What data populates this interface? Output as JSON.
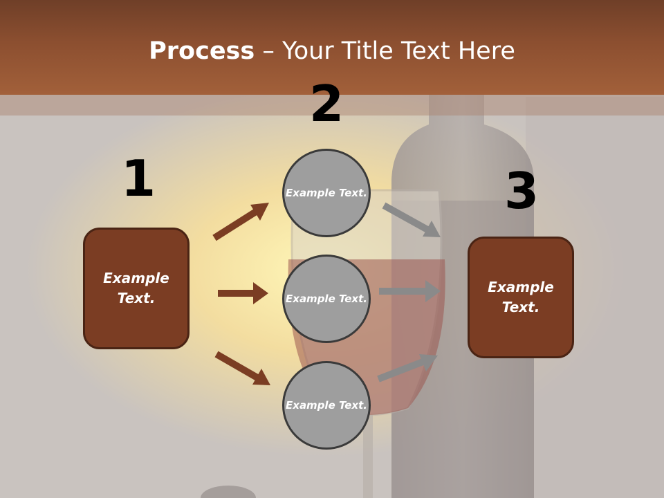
{
  "title": {
    "bold": "Process",
    "rest": " – Your Title Text Here"
  },
  "steps": [
    {
      "number": "1",
      "text": "Example Text."
    },
    {
      "number": "2"
    },
    {
      "number": "3",
      "text": "Example Text."
    }
  ],
  "circles": [
    {
      "text": "Example Text."
    },
    {
      "text": "Example Text."
    },
    {
      "text": "Example Text."
    }
  ],
  "colors": {
    "box_fill": "#7b3d23",
    "circle_fill": "#9e9e9e",
    "arrow_brown": "#7b3d23",
    "arrow_gray": "#8a8a8a"
  }
}
